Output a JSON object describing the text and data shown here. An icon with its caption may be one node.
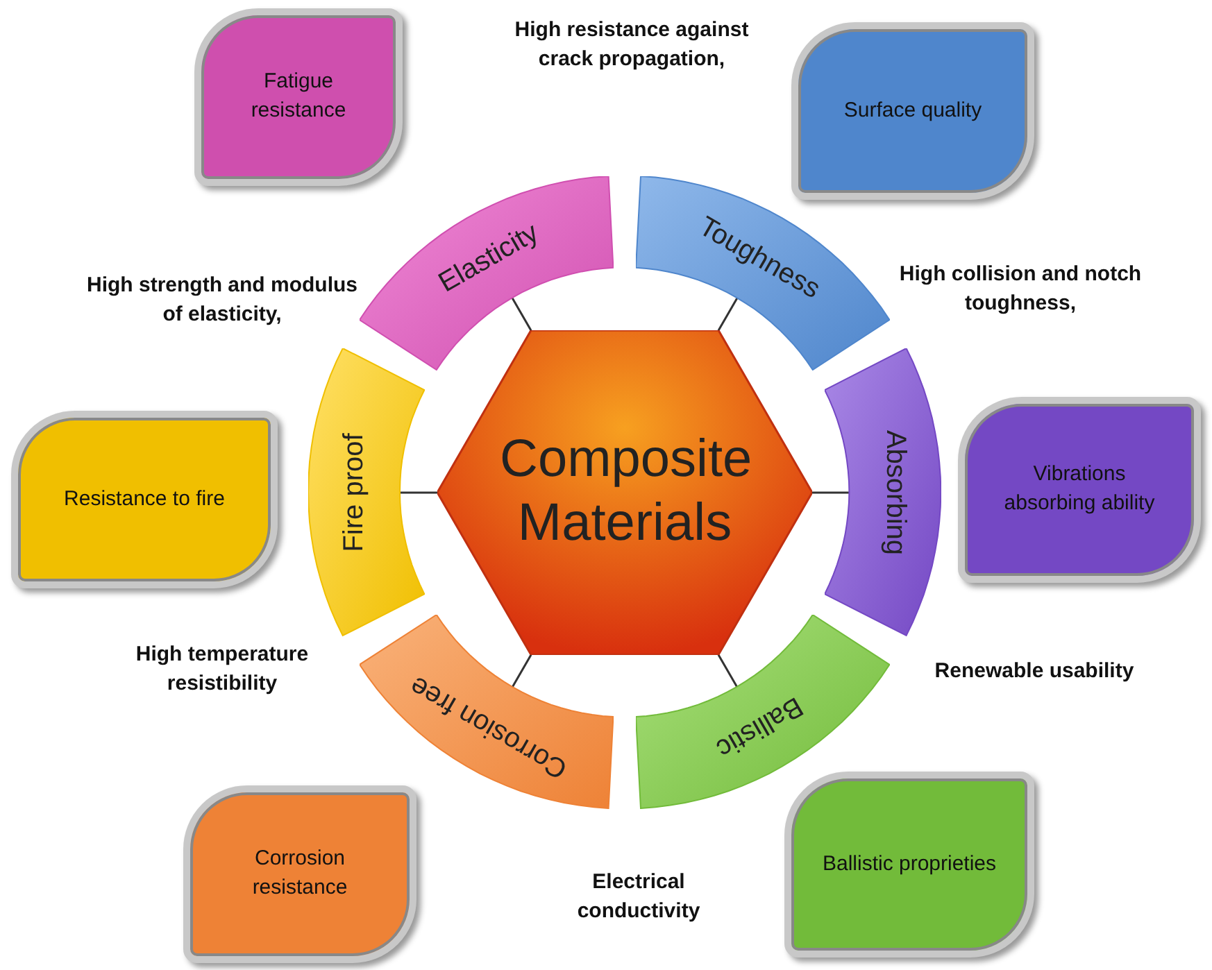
{
  "diagram": {
    "nodes": [
      {
        "text": [
          "Composite Materials"
        ]
      },
      {
        "text": [
          "Elasticity"
        ]
      },
      {
        "text": [
          "Toughness"
        ]
      },
      {
        "text": [
          "Absorbing"
        ]
      },
      {
        "text": [
          "Ballistic"
        ]
      },
      {
        "text": [
          "Corrosion free"
        ]
      },
      {
        "text": [
          "Fire proof"
        ]
      },
      {
        "text": [
          "Fatigue resistance"
        ]
      },
      {
        "text": [
          "Surface quality"
        ]
      },
      {
        "text": [
          "Vibrations absorbing ability"
        ]
      },
      {
        "text": [
          "Ballistic proprieties"
        ]
      },
      {
        "text": [
          "Corrosion resistance"
        ]
      },
      {
        "text": [
          "Resistance to fire"
        ]
      }
    ],
    "edges": [
      {
        "from": 0,
        "to": 1,
        "arrow": "none"
      },
      {
        "from": 0,
        "to": 2,
        "arrow": "none"
      },
      {
        "from": 0,
        "to": 3,
        "arrow": "none"
      },
      {
        "from": 0,
        "to": 4,
        "arrow": "none"
      },
      {
        "from": 0,
        "to": 5,
        "arrow": "none"
      },
      {
        "from": 0,
        "to": 6,
        "arrow": "none"
      }
    ],
    "labels": [
      "High resistance against crack propagation,",
      "High strength and modulus of elasticity,",
      "High collision and notch toughness,",
      "High temperature resistibility",
      "Renewable usability",
      "Electrical conductivity"
    ]
  }
}
